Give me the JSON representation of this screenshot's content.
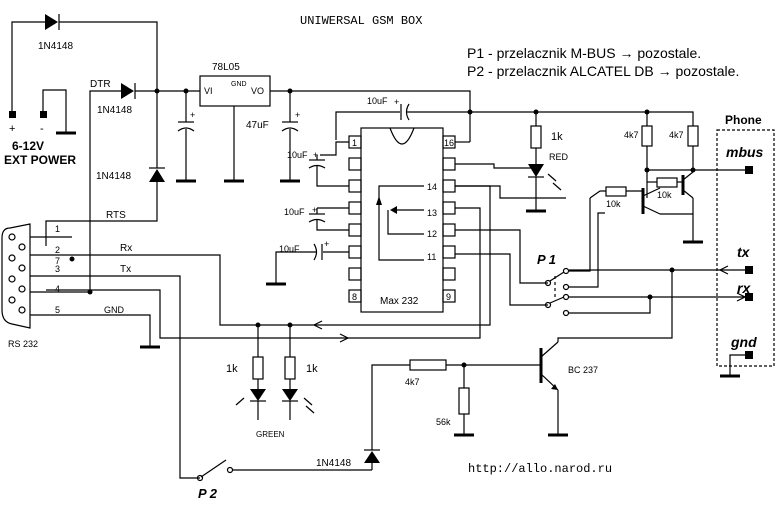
{
  "title": "UNIWERSAL GSM BOX",
  "notes": {
    "p1": "P1 - przelacznik M-BUS → pozostale.",
    "p2": "P2 - przelacznik ALCATEL DB → pozostale."
  },
  "power": {
    "plus": "+",
    "minus": "-",
    "label1": "6-12V",
    "label2": "EXT POWER"
  },
  "diodes": {
    "d1": "1N4148",
    "d2": "1N4148",
    "d3": "1N4148",
    "d4": "1N4148"
  },
  "regulator": {
    "name": "78L05",
    "vi": "VI",
    "vo": "VO",
    "gnd": "GND"
  },
  "caps": {
    "c_reg_out": "47uF",
    "c1": "10uF",
    "c2": "10uF",
    "c3": "10uF",
    "c4": "10uF",
    "plus": "+"
  },
  "ic": {
    "name": "Max 232",
    "pins": [
      "1",
      "16",
      "14",
      "13",
      "12",
      "11",
      "8",
      "9"
    ]
  },
  "rs232": {
    "label": "RS 232",
    "pins": [
      "1",
      "2",
      "7",
      "3",
      "4",
      "5"
    ],
    "signals": {
      "dtr": "DTR",
      "rts": "RTS",
      "rx": "Rx",
      "tx": "Tx",
      "gnd": "GND"
    }
  },
  "resistors": {
    "r_red": "1k",
    "r_g1": "1k",
    "r_g2": "1k",
    "r_4k7a": "4k7",
    "r_4k7b": "4k7",
    "r_10k_a": "10k",
    "r_10k_b": "10k",
    "r_base": "4k7",
    "r_56k": "56k"
  },
  "leds": {
    "red": "RED",
    "green": "GREEN"
  },
  "switches": {
    "p1": "P 1",
    "p2": "P 2"
  },
  "transistor": "BC 237",
  "phone": {
    "title": "Phone",
    "mbus": "mbus",
    "tx": "tx",
    "rx": "rx",
    "gnd": "gnd"
  },
  "url": "http://allo.narod.ru"
}
